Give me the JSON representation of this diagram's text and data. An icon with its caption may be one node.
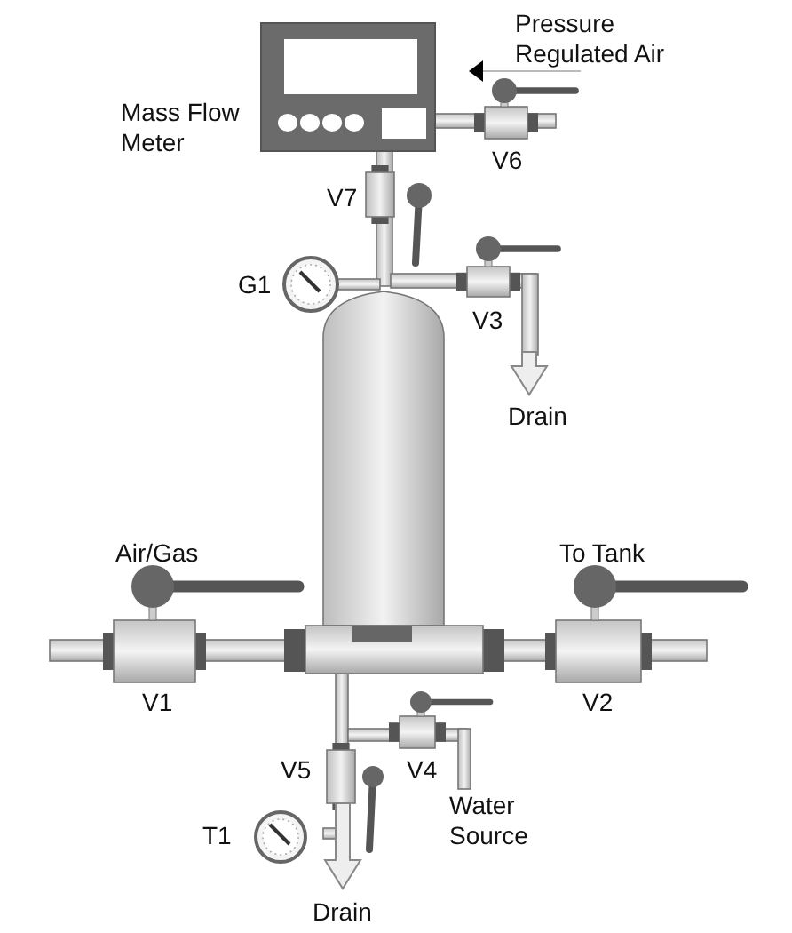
{
  "diagram": {
    "labels": [
      "Pressure Regulated Air",
      "Mass Flow Meter",
      "V6",
      "V7",
      "G1",
      "V3",
      "Drain",
      "Air/Gas",
      "To Tank",
      "V1",
      "V2",
      "V4",
      "V5",
      "Water Source",
      "T1",
      "Drain"
    ]
  }
}
